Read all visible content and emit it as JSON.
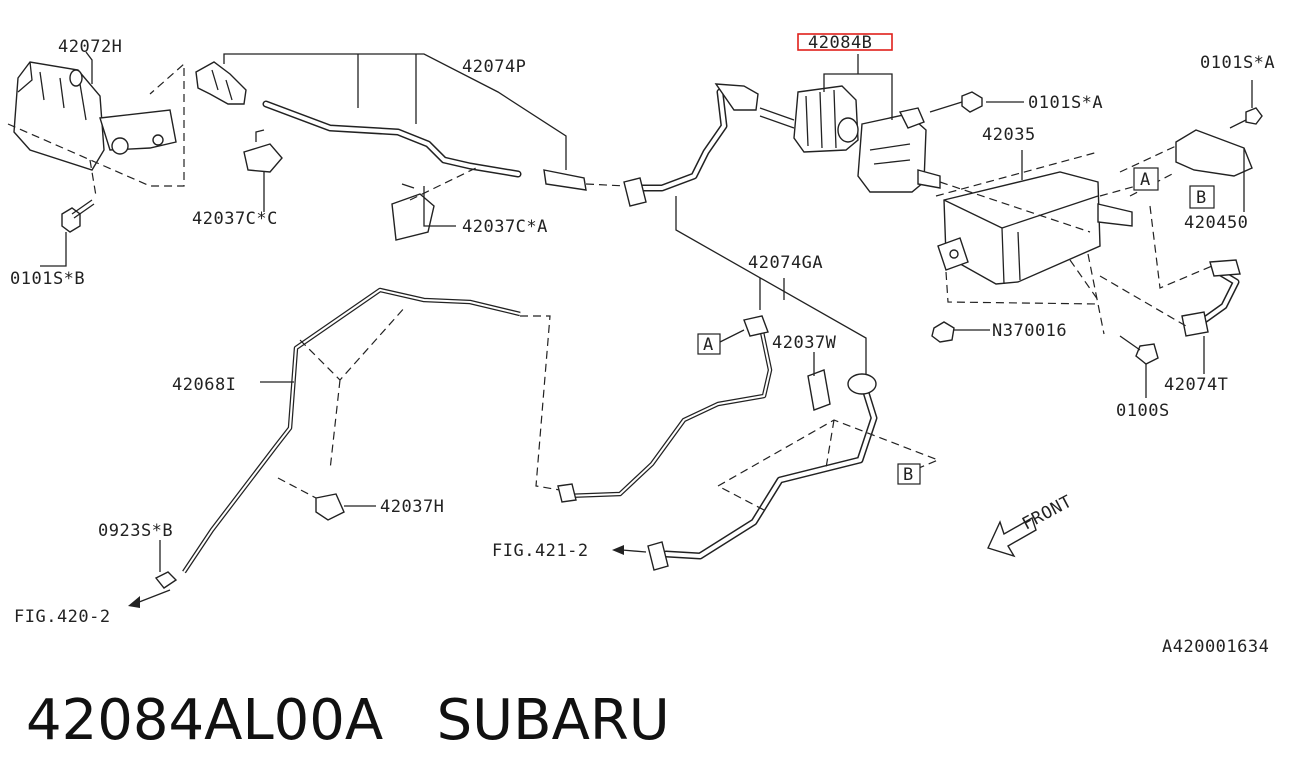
{
  "labels": {
    "p42072H": "42072H",
    "p42074P": "42074P",
    "p42084B": "42084B",
    "p0101SA_top": "0101S*A",
    "p0101SA_right": "0101S*A",
    "p42035": "42035",
    "p42045": "420450",
    "p42037CC": "42037C*C",
    "p42037CA": "42037C*A",
    "p0101SB": "0101S*B",
    "p42074GA": "42074GA",
    "p42068I": "42068I",
    "p42037W": "42037W",
    "pN370016": "N370016",
    "p42074T": "42074T",
    "p0100S": "0100S",
    "p42037H": "42037H",
    "p0923SB": "0923S*B",
    "fig421": "FIG.421-2",
    "fig420": "FIG.420-2",
    "front": "FRONT",
    "ref_a_left": "A",
    "ref_a_right": "A",
    "ref_b_bottom": "B",
    "ref_b_right": "B",
    "code": "A420001634"
  },
  "highlight_color": "#e0201a",
  "caption": "42084AL00A   SUBARU"
}
